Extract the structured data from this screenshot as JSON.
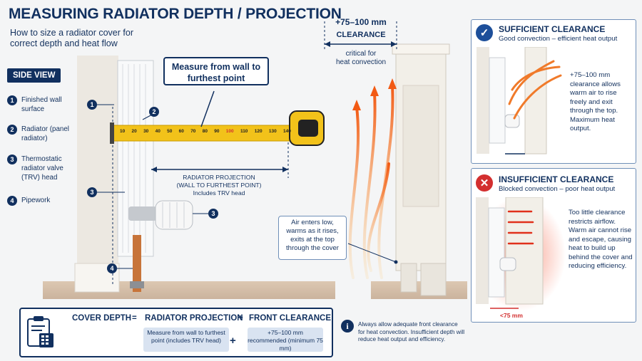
{
  "title": "MEASURING RADIATOR DEPTH / PROJECTION",
  "subtitle": "How to size a radiator cover for correct depth and heat flow",
  "side_view_label": "SIDE VIEW",
  "legend": [
    {
      "num": "1",
      "text": "Finished wall surface"
    },
    {
      "num": "2",
      "text": "Radiator (panel radiator)"
    },
    {
      "num": "3",
      "text": "Thermostatic radiator valve (TRV) head"
    },
    {
      "num": "4",
      "text": "Pipework"
    }
  ],
  "measure_callout": "Measure from wall to furthest point",
  "tape_ticks": [
    "10",
    "20",
    "30",
    "40",
    "50",
    "60",
    "70",
    "80",
    "90",
    "100",
    "110",
    "120",
    "130",
    "140"
  ],
  "projection": {
    "line1": "RADIATOR PROJECTION",
    "line2": "(WALL TO FURTHEST POINT)",
    "line3": "Includes TRV head"
  },
  "clearance": {
    "value": "+75–100 mm",
    "label": "CLEARANCE",
    "note1": "critical for",
    "note2": "heat convection"
  },
  "air_callout": "Air enters low, warms as it rises, exits at the top through the cover",
  "sufficient": {
    "title": "SUFFICIENT CLEARANCE",
    "subtitle": "Good convection – efficient heat output",
    "text": "+75–100 mm clearance allows warm air to rise freely and exit through the top. Maximum heat output."
  },
  "insufficient": {
    "title": "INSUFFICIENT CLEARANCE",
    "subtitle": "Blocked convection – poor heat output",
    "text": "Too little clearance restricts airflow. Warm air cannot rise and escape, causing heat to build up behind the cover and reducing efficiency.",
    "gap_label": "<75 mm"
  },
  "formula": {
    "cover_depth": "COVER DEPTH",
    "equals": "=",
    "radiator_projection": "RADIATOR PROJECTION",
    "plus": "+",
    "front_clearance": "FRONT CLEARANCE",
    "box1": "Measure from wall to furthest point (includes TRV head)",
    "box2": "+75–100 mm recommended (minimum 75 mm)"
  },
  "note": "Always allow adequate front clearance for heat convection. Insufficient depth will reduce heat output and efficiency.",
  "colors": {
    "navy": "#11305f",
    "tape_yellow": "#f2c21a",
    "heat_orange": "#f26a1b",
    "check_blue": "#1d4f9a",
    "cross_red": "#d32f2f"
  }
}
